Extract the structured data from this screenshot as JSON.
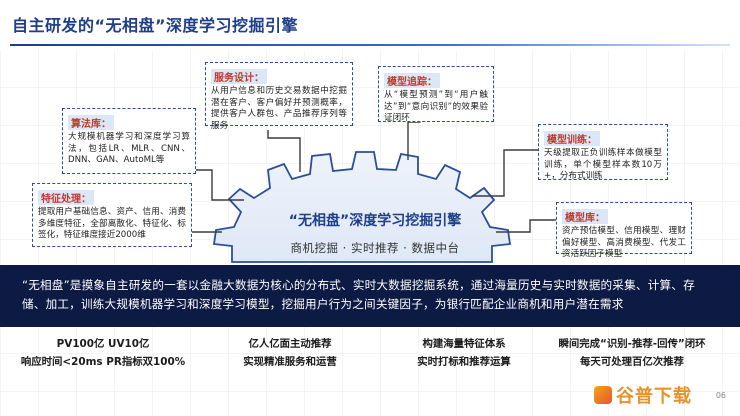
{
  "title": "自主研发的“无相盘”深度学习挖掘引擎",
  "engine": {
    "title": "“无相盘”深度学习挖掘引擎",
    "subtitle": "商机挖掘 · 实时推荐 · 数据中台"
  },
  "cards": {
    "feature": {
      "title": "特征处理：",
      "body": "提取用户基础信息、资产、信用、消费多维度特征，全部离散化、特征化、标签化，特征维度接近2000维"
    },
    "algorithm": {
      "title": "算法库：",
      "body": "大规模机器学习和深度学习算法，包括LR、MLR、CNN、DNN、GAN、AutoML等"
    },
    "service": {
      "title": "服务设计：",
      "body": "从用户信息和历史交易数据中挖掘潜在客户、客户偏好并预测概率，提供客户人群包、产品推荐序列等服务"
    },
    "tracking": {
      "title": "模型追踪：",
      "body": "从“模型预测”到“用户触达”到“意向识别”的效果验证闭环"
    },
    "training": {
      "title": "模型训练：",
      "body": "天级提取正负训练样本做模型训练，单个模型样本数10万+，分布式训练"
    },
    "models": {
      "title": "模型库：",
      "body": "资产预估模型、信用模型、理财偏好模型、高消费模型、代发工资活跃因子模型"
    }
  },
  "banner": "“无相盘”是摸象自主研发的一套以金融大数据为核心的分布式、实时大数据挖掘系统，通过海量历史与实时数据的采集、计算、存储、加工，训练大规模机器学习和深度学习模型，挖掘用户行为之间关键因子，为银行匹配企业商机和用户潜在需求",
  "stats": [
    {
      "line1": "PV100亿  UV10亿",
      "line2": "响应时间<20ms  PR指标双100%"
    },
    {
      "line1": "亿人亿面主动推荐",
      "line2": "实现精准服务和运营"
    },
    {
      "line1": "构建海量特征体系",
      "line2": "实时打标和推荐运算"
    },
    {
      "line1": "瞬间完成“识别-推荐-回传”闭环",
      "line2": "每天可处理百亿次推荐"
    }
  ],
  "page_number": "06",
  "watermark": "谷普下载",
  "colors": {
    "title": "#1f3e8c",
    "card_title": "#c0392b",
    "banner_bg": "#0d1a44",
    "connector": "#3c3c3c"
  }
}
